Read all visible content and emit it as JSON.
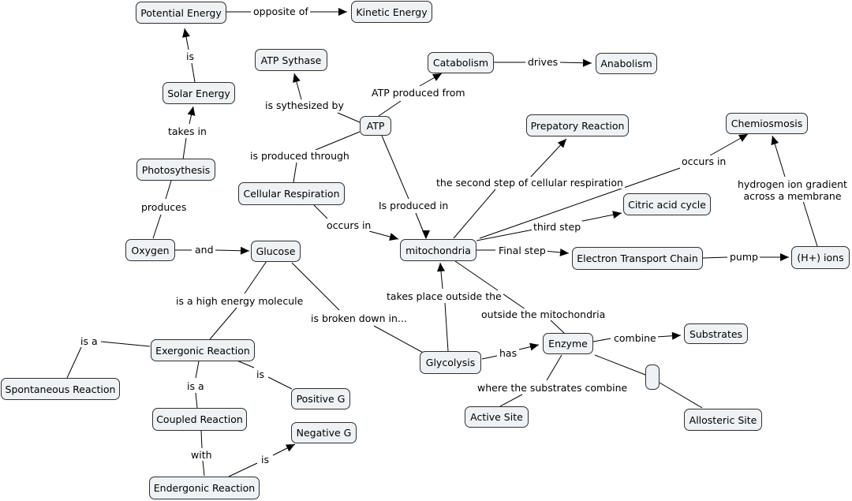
{
  "nodes": {
    "potential_energy": "Potential Energy",
    "kinetic_energy": "Kinetic Energy",
    "atp_sythase": "ATP Sythase",
    "catabolism": "Catabolism",
    "anabolism": "Anabolism",
    "solar_energy": "Solar Energy",
    "atp": "ATP",
    "prepatory_reaction": "Prepatory Reaction",
    "chemiosmosis": "Chemiosmosis",
    "photosynthesis": "Photosythesis",
    "cellular_respiration": "Cellular Respiration",
    "citric_acid_cycle": "Citric acid cycle",
    "oxygen": "Oxygen",
    "glucose": "Glucose",
    "mitochondria": "mitochondria",
    "electron_transport_chain": "Electron Transport Chain",
    "h_ions": "(H+) ions",
    "exergonic_reaction": "Exergonic Reaction",
    "enzyme": "Enzyme",
    "substrates": "Substrates",
    "glycolysis": "Glycolysis",
    "spontaneous_reaction": "Spontaneous Reaction",
    "positive_g": "Positive G",
    "coupled_reaction": "Coupled Reaction",
    "negative_g": "Negative G",
    "active_site": "Active Site",
    "allosteric_site": "Allosteric Site",
    "endergonic_reaction": "Endergonic Reaction",
    "empty_node": ""
  },
  "links": {
    "opposite_of": "opposite of",
    "is_solar": "is",
    "drives": "drives",
    "atp_produced_from": "ATP produced from",
    "is_sythesized_by": "is sythesized by",
    "takes_in": "takes in",
    "is_produced_through": "is produced through",
    "occurs_in_chemi": "occurs in",
    "hydrogen_gradient_1": "hydrogen  ion gradient",
    "hydrogen_gradient_2": "across a membrane",
    "second_step": "the second step of cellular respiration",
    "produces": "produces",
    "is_produced_in": "Is produced in",
    "occurs_in_cr": "occurs in",
    "third_step": "third step",
    "and": "and",
    "final_step": "Final step",
    "pump": "pump",
    "high_energy": "is a high energy molecule",
    "takes_place_outside": "takes place outside  the",
    "is_broken_down": "is broken down in...",
    "outside_mito": "outside the mitochondria",
    "is_a_spont": "is a",
    "combine": "combine",
    "has": "has",
    "is_pos": "is",
    "is_a_coupled": "is a",
    "where_substrates": "where the substrates combine",
    "with": "with",
    "is_neg": "is"
  }
}
